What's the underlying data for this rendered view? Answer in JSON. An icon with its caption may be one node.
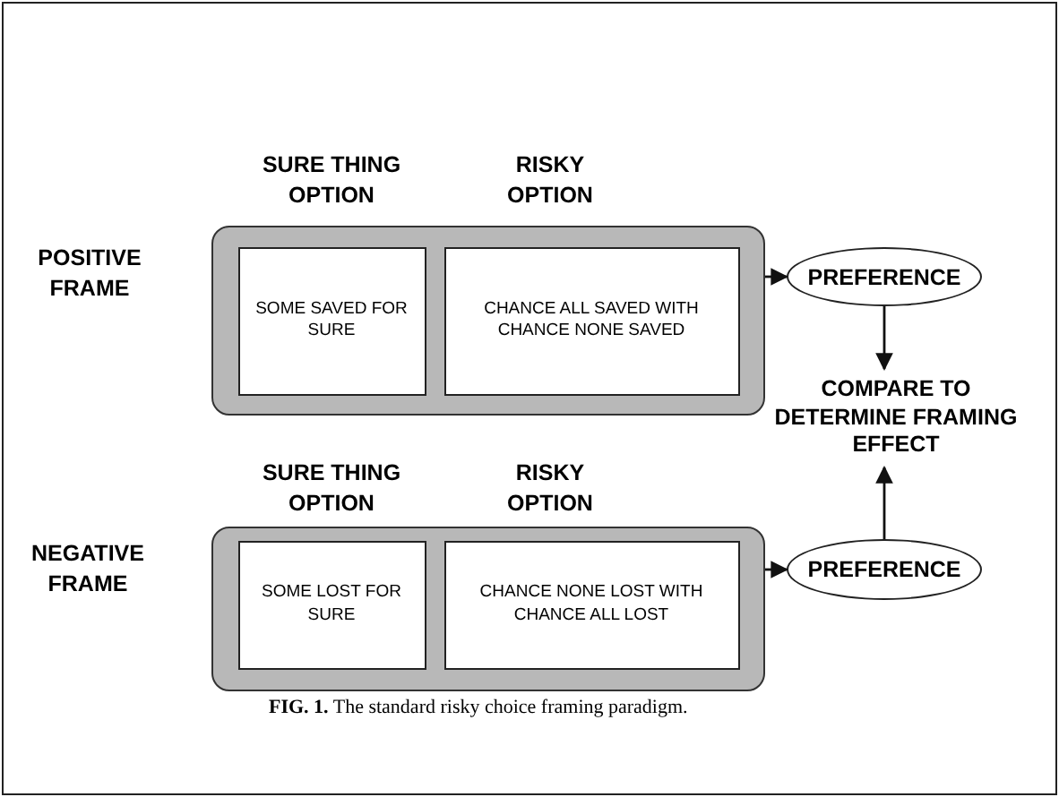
{
  "diagram": {
    "caption": "**FIG. 1.** The standard risky choice framing paradigm.",
    "nodes": [
      {
        "text": [],
        "shape": "box"
      },
      {
        "text": [
          "SOME SAVED FOR SURE"
        ],
        "in": 0
      },
      {
        "text": [
          "CHANCE ALL SAVED WITH CHANCE NONE SAVED"
        ],
        "in": 0
      },
      {
        "text": [
          "PREFERENCE"
        ]
      },
      {
        "text": [
          "COMPARE TO DETERMINE FRAMING EFFECT"
        ]
      },
      {
        "text": [],
        "shape": "box"
      },
      {
        "text": [
          "SOME LOST FOR SURE"
        ],
        "in": 5
      },
      {
        "text": [
          "CHANCE NONE LOST WITH CHANCE ALL LOST"
        ],
        "in": 5
      },
      {
        "text": [
          "PREFERENCE"
        ]
      }
    ],
    "edges": [
      {
        "from": 0,
        "to": 3,
        "arrow": "to"
      },
      {
        "from": 3,
        "to": 4,
        "arrow": "to"
      },
      {
        "from": 5,
        "to": 8,
        "arrow": "to"
      },
      {
        "from": 8,
        "to": 4,
        "arrow": "to"
      }
    ],
    "labels": [
      "SURE THING OPTION",
      "RISKY OPTION",
      "POSITIVE FRAME",
      "SURE THING OPTION",
      "RISKY OPTION",
      "NEGATIVE FRAME"
    ]
  }
}
